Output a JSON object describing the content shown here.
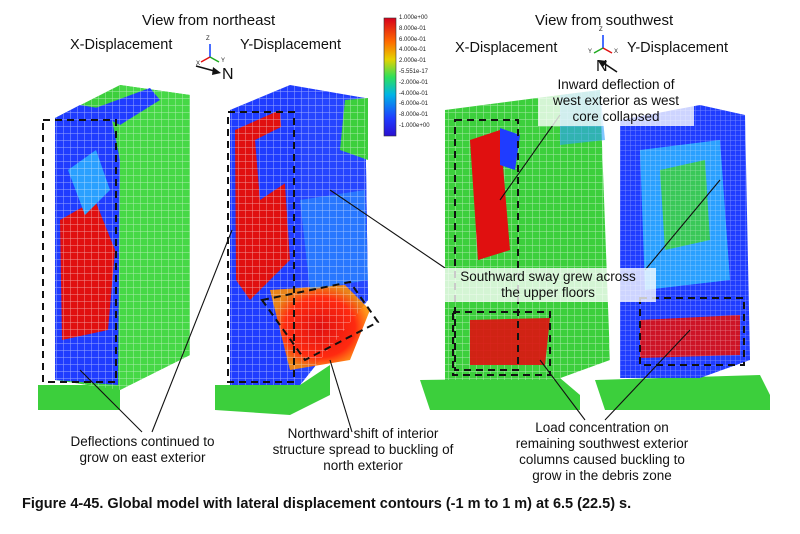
{
  "headers": {
    "northeast": "View from northeast",
    "southwest": "View from southwest"
  },
  "panels": {
    "ne_x": "X-Displacement",
    "ne_y": "Y-Displacement",
    "sw_x": "X-Displacement",
    "sw_y": "Y-Displacement"
  },
  "north_label": "N",
  "axis_labels": {
    "x": "X",
    "y": "Y",
    "z": "Z"
  },
  "legend": {
    "ticks": [
      "1.000e+00",
      "8.000e-01",
      "6.000e-01",
      "4.000e-01",
      "2.000e-01",
      "-5.551e-17",
      "-2.000e-01",
      "-4.000e-01",
      "-6.000e-01",
      "-8.000e-01",
      "-1.000e+00"
    ],
    "colors": [
      "#d6001c",
      "#ff3d00",
      "#ff8c00",
      "#e6d200",
      "#9be000",
      "#2ee05a",
      "#00d8a8",
      "#00b4e6",
      "#0078ff",
      "#1f3cff",
      "#2a0fd0"
    ]
  },
  "annotations": {
    "inward": [
      "Inward deflection of",
      "west exterior as west",
      "core collapsed"
    ],
    "sway": [
      "Southward sway grew across",
      "the upper floors"
    ],
    "deflections": [
      "Deflections continued to",
      "grow on east exterior"
    ],
    "northward": [
      "Northward shift of interior",
      "structure spread to buckling of",
      "north exterior"
    ],
    "load": [
      "Load concentration on",
      "remaining southwest exterior",
      "columns caused buckling to",
      "grow in the debris zone"
    ]
  },
  "caption": "Figure 4-45. Global model with lateral displacement contours (-1 m to 1 m) at 6.5 (22.5) s.",
  "colors": {
    "green": "#3ccf3c",
    "red": "#e01010",
    "blue": "#1f3cff",
    "light_blue": "#2aa0ff"
  }
}
